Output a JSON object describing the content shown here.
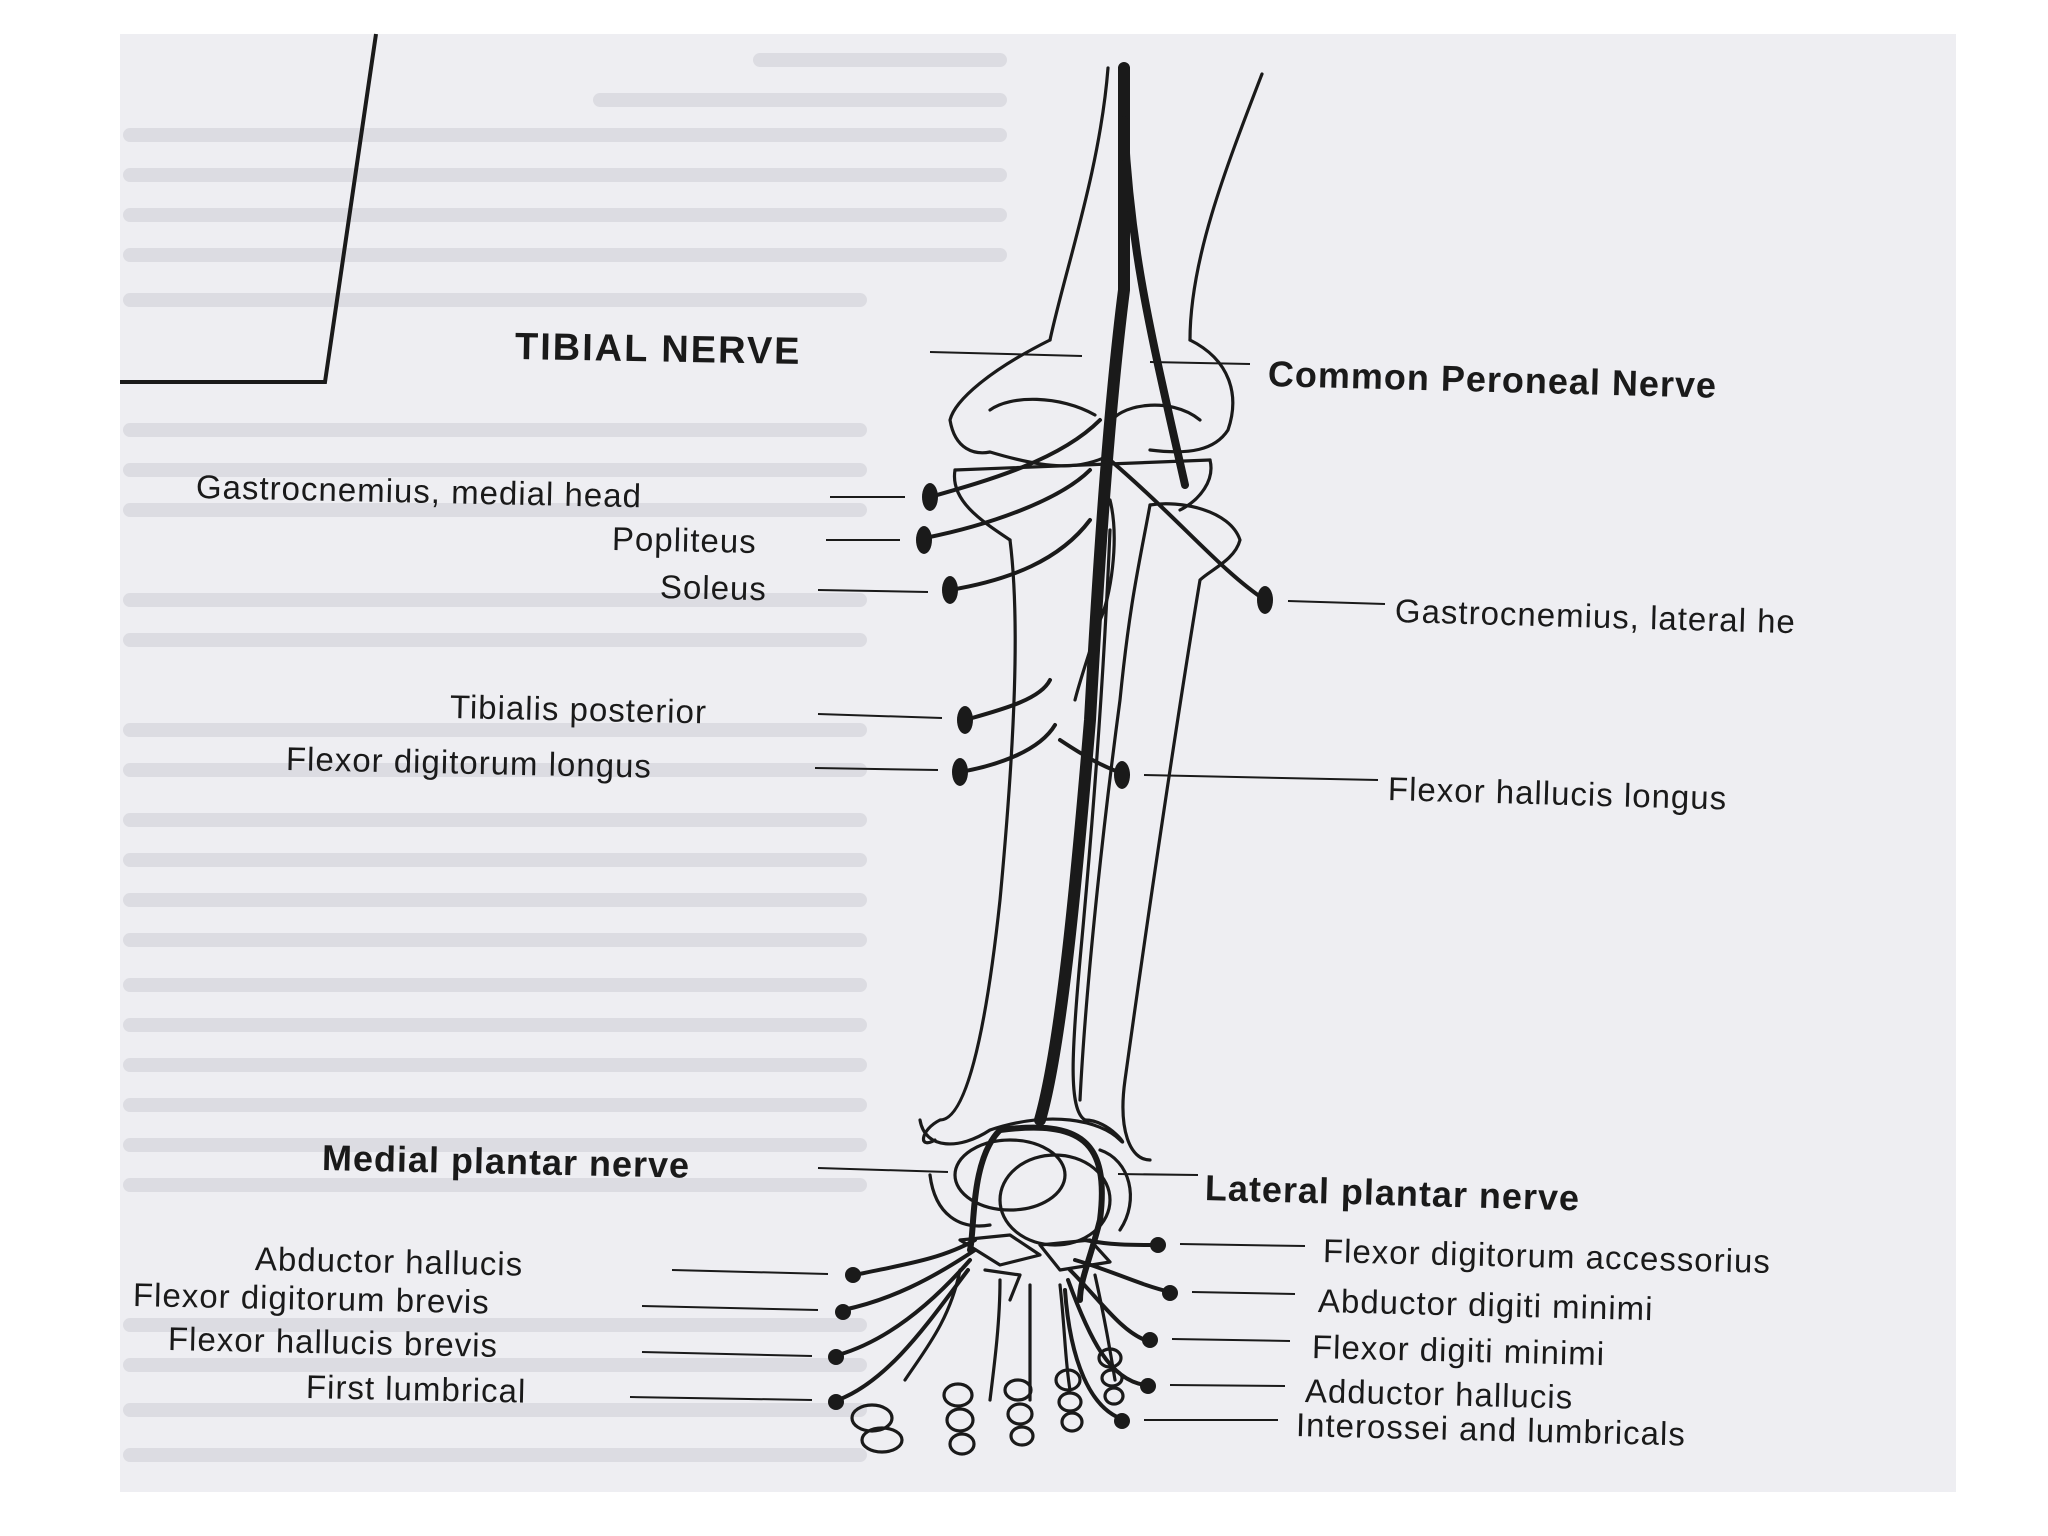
{
  "title": "TIBIAL NERVE",
  "labels": {
    "common_peroneal": "Common Peroneal Nerve",
    "gastroc_medial": "Gastrocnemius, medial head",
    "popliteus": "Popliteus",
    "soleus": "Soleus",
    "gastroc_lateral": "Gastrocnemius, lateral he",
    "tibialis_posterior": "Tibialis posterior",
    "fdl": "Flexor digitorum longus",
    "fhl": "Flexor hallucis longus",
    "medial_plantar": "Medial plantar nerve",
    "lateral_plantar": "Lateral plantar nerve",
    "abductor_hallucis": "Abductor hallucis",
    "fdb": "Flexor digitorum brevis",
    "fhb": "Flexor hallucis brevis",
    "first_lumbrical": "First lumbrical",
    "fda": "Flexor digitorum accessorius",
    "adm": "Abductor digiti minimi",
    "fdm": "Flexor digiti minimi",
    "adductor_hallucis": "Adductor hallucis",
    "interossei": "Interossei and lumbricals"
  },
  "colors": {
    "ink": "#1a1a1a",
    "paper": "#eeeef2",
    "ghost_text": "#c9c9d2"
  }
}
